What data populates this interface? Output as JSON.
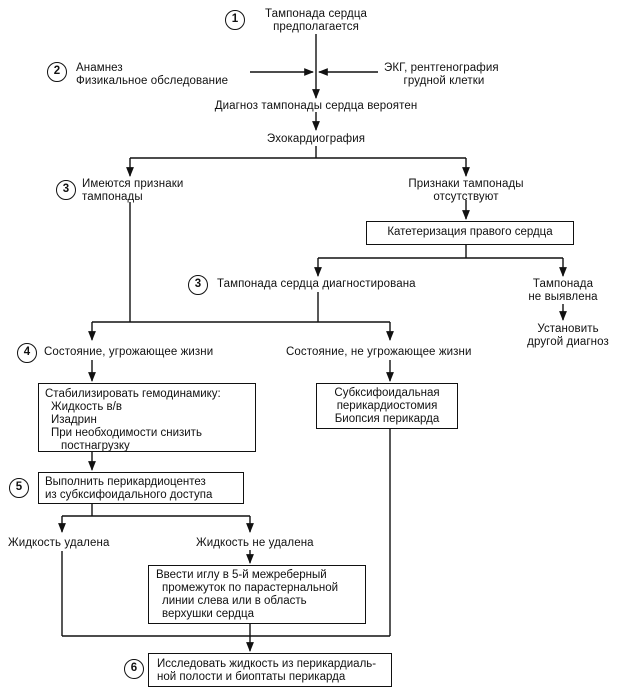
{
  "step_numbers": [
    "1",
    "2",
    "3",
    "3",
    "4",
    "5",
    "6"
  ],
  "nodes": {
    "start": [
      "Тампонада сердца",
      "предполагается"
    ],
    "history": [
      "Анамнез",
      "Физикальное обследование"
    ],
    "ecg": [
      "ЭКГ, рентгенография",
      "грудной клетки"
    ],
    "probable": "Диагноз тампонады сердца вероятен",
    "echo": "Эхокардиография",
    "signs_present": [
      "Имеются признаки",
      "тампонады"
    ],
    "signs_absent": [
      "Признаки тампонады",
      "отсутствуют"
    ],
    "catheter": "Катетеризация правого сердца",
    "diagnosed": "Тампонада сердца диагностирована",
    "not_found": [
      "Тампонада",
      "не выявлена"
    ],
    "other_dx": [
      "Установить",
      "другой диагноз"
    ],
    "life_threat": "Состояние, угрожающее жизни",
    "no_threat": "Состояние, не угрожающее жизни",
    "stabilize": [
      "Стабилизировать гемодинамику:",
      "Жидкость в/в",
      "Изадрин",
      "При необходимости снизить",
      "постнагрузку"
    ],
    "subxiphoid": [
      "Субксифоидальная",
      "перикардиостомия",
      "Биопсия перикарда"
    ],
    "pericardiocentesis": [
      "Выполнить перикардиоцентез",
      "из субксифоидального доступа"
    ],
    "fluid_removed": "Жидкость удалена",
    "fluid_not_removed": "Жидкость не удалена",
    "needle": [
      "Ввести иглу в 5-й межреберный",
      "промежуток по парастернальной",
      "линии слева или в область",
      "верхушки сердца"
    ],
    "investigate": [
      "Исследовать жидкость из перикардиаль-",
      "ной полости и биоптаты перикарда"
    ]
  }
}
